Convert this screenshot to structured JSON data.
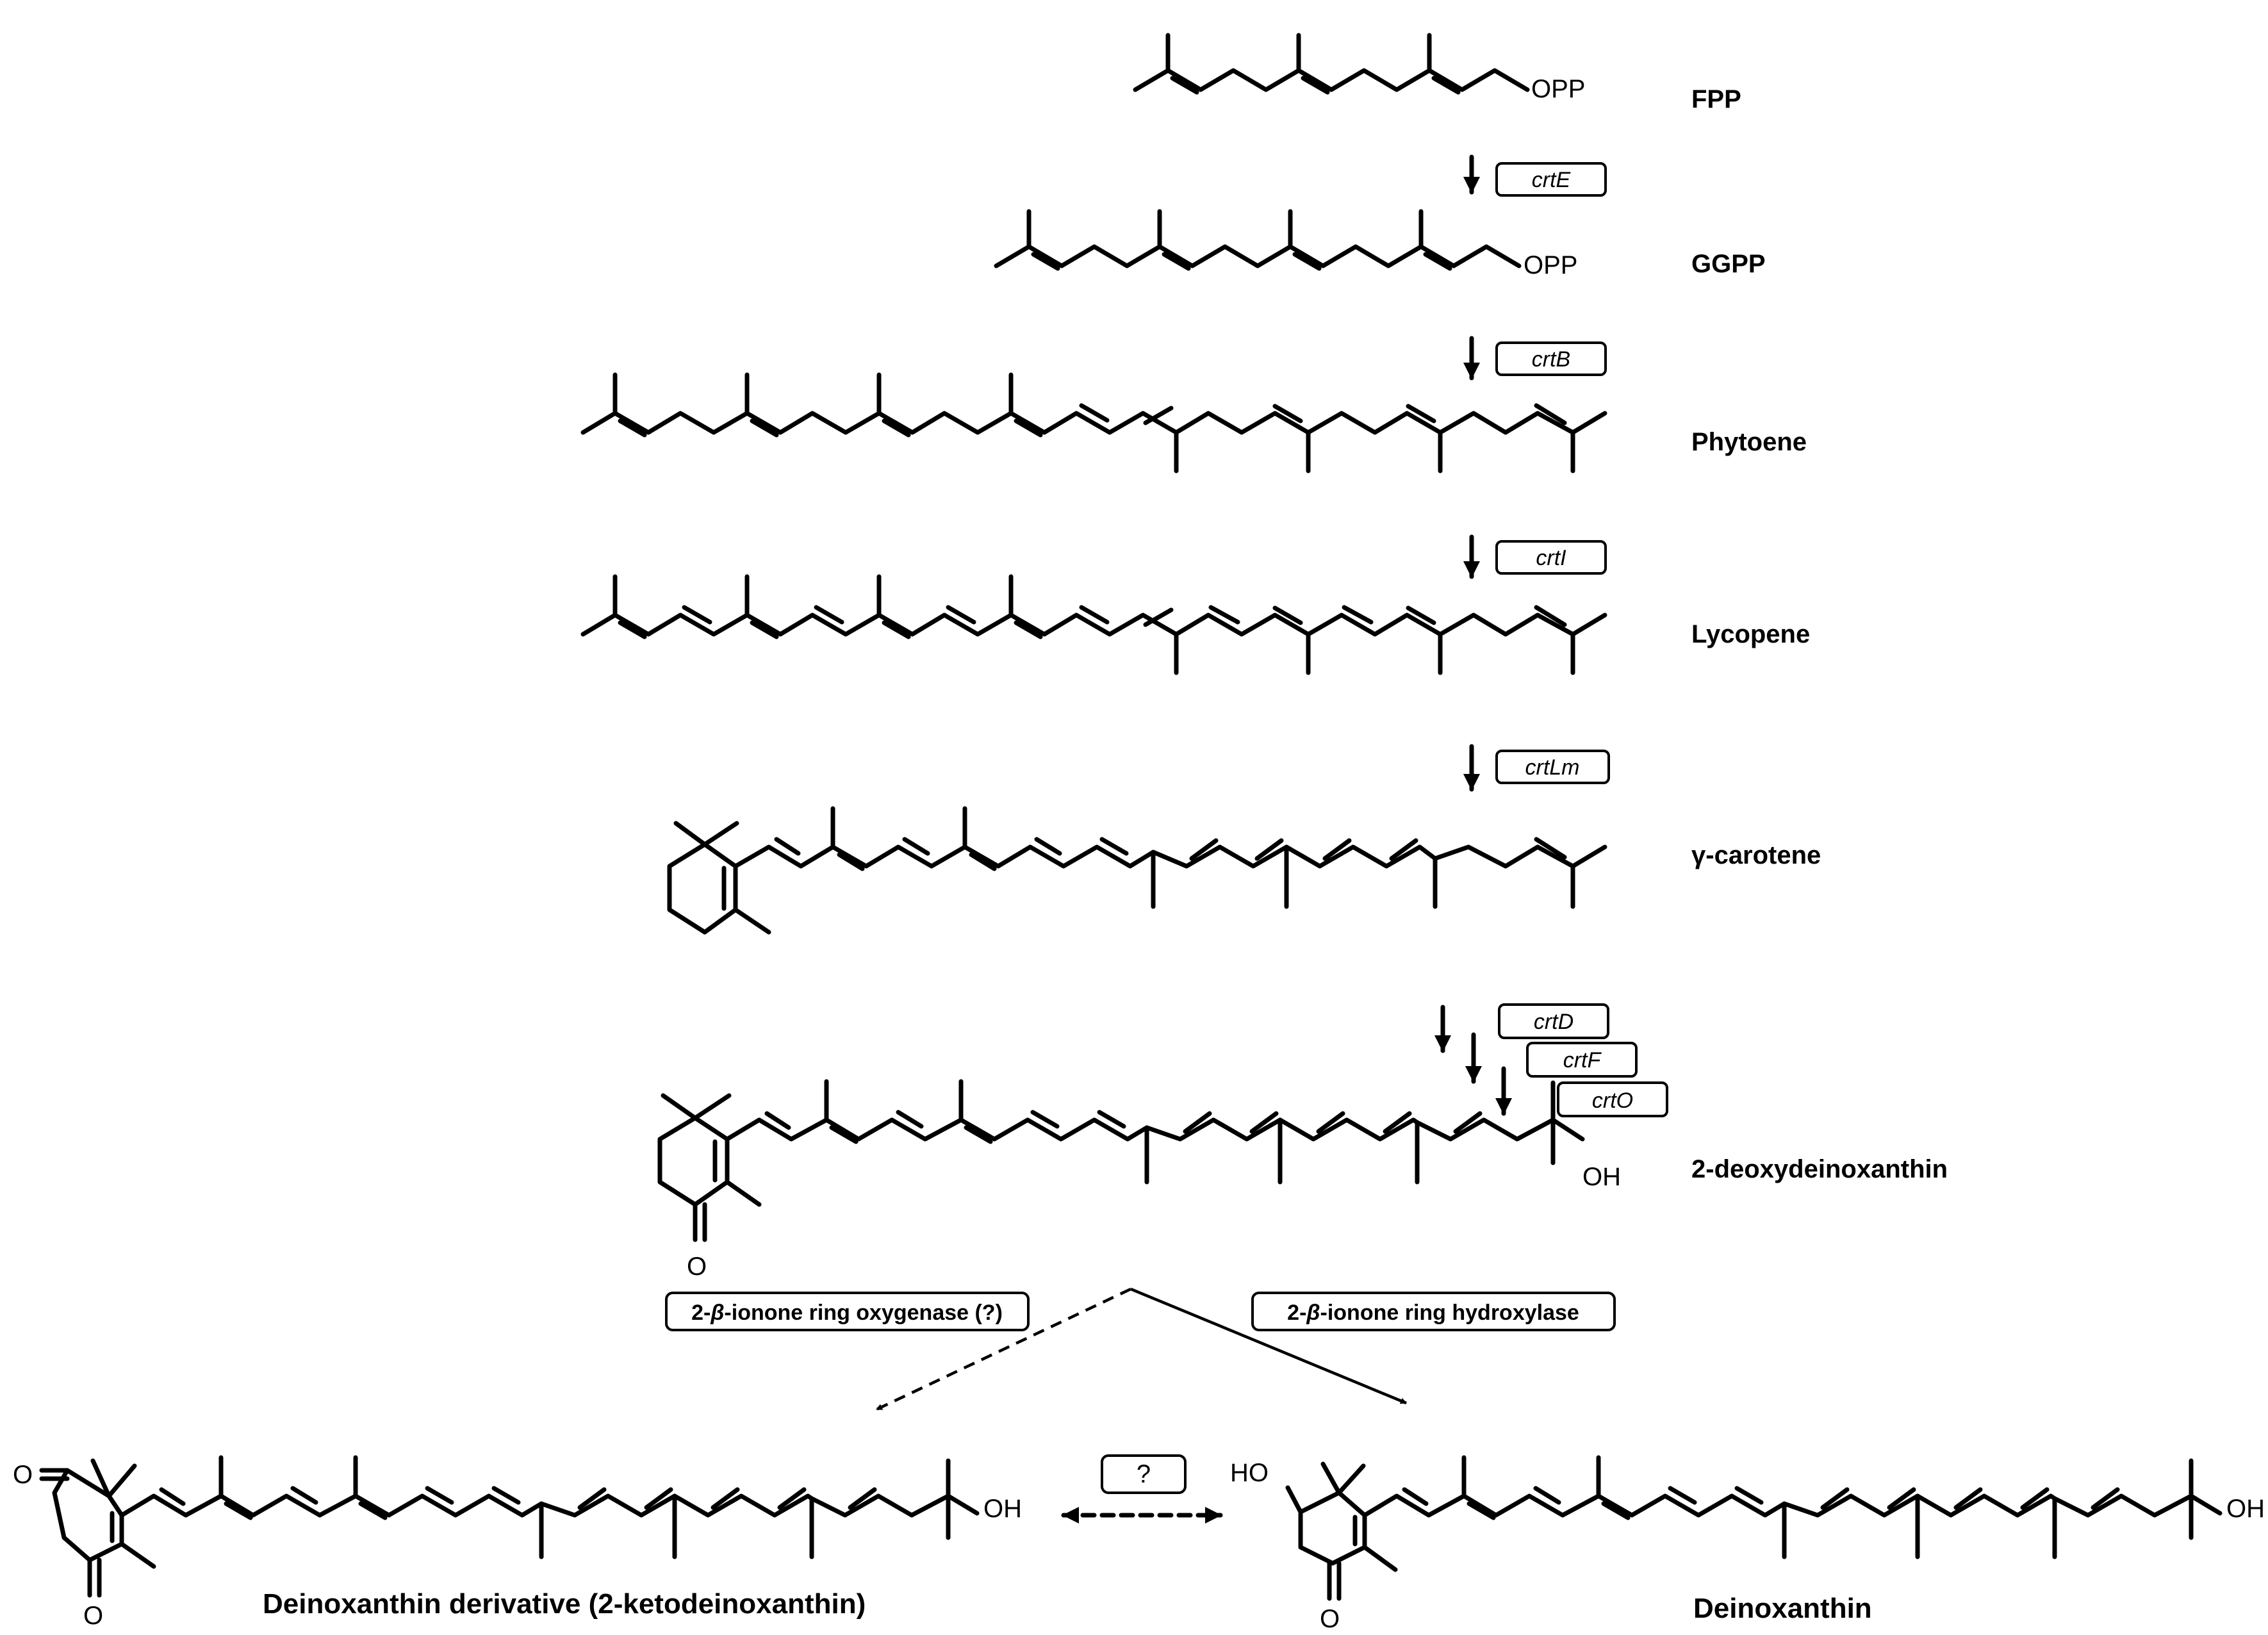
{
  "compounds": {
    "fpp": "FPP",
    "ggpp": "GGPP",
    "phytoene": "Phytoene",
    "lycopene": "Lycopene",
    "gamma_carotene": "γ-carotene",
    "deoxydeinoxanthin": "2-deoxydeinoxanthin",
    "ketodeinoxanthin": "Deinoxanthin derivative (2-ketodeinoxanthin)",
    "deinoxanthin": "Deinoxanthin"
  },
  "genes": {
    "crtE": "crtE",
    "crtB": "crtB",
    "crtI": "crtI",
    "crtLm": "crtLm",
    "crtD": "crtD",
    "crtF": "crtF",
    "crtO": "crtO"
  },
  "enzymes": {
    "oxygenase_prefix": "2-",
    "oxygenase_beta": "β",
    "oxygenase_suffix": "-ionone ring oxygenase (?)",
    "hydroxylase_prefix": "2-",
    "hydroxylase_beta": "β",
    "hydroxylase_suffix": "-ionone ring hydroxylase"
  },
  "atoms": {
    "opp": "OPP",
    "oh": "OH",
    "o": "O",
    "ho": "HO"
  },
  "unknown_step": "?",
  "colors": {
    "line": "#000000",
    "background": "#ffffff"
  }
}
